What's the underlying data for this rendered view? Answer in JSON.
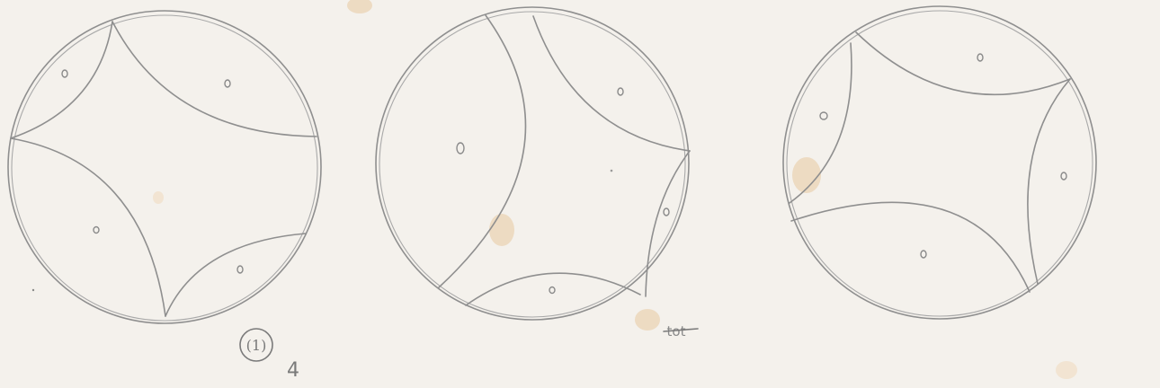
{
  "sketch": {
    "figure_count": 3,
    "annotations": {
      "circled_number": "(1)",
      "suffix_mark": "4",
      "scribble_mark": "tot"
    }
  }
}
